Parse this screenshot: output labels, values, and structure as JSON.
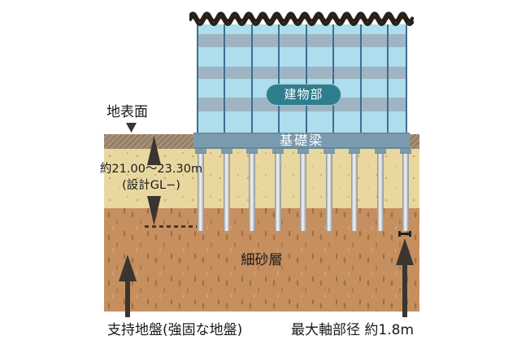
{
  "labels": {
    "ground_surface": "地表面",
    "depth_range": "約21.00〜23.30m",
    "depth_basis": "(設計GL−)",
    "building_part": "建物部",
    "foundation_beam": "基礎梁",
    "fine_sand_layer": "細砂層",
    "support_ground": "支持地盤(強固な地盤)",
    "max_shaft_diameter": "最大軸部径 約1.8m"
  },
  "piles": {
    "count": 9
  },
  "building": {
    "column_line_count": 9,
    "floor_band_count": 3
  },
  "colors": {
    "building_light": "#aedded",
    "building_band": "#9fb4c2",
    "building_column_line": "#3d6e94",
    "building_label_bg": "#2f7e8e",
    "foundation_beam": "#7b9cae",
    "surface_strip": "#a69077",
    "sand_layer": "#e8d8a0",
    "support_layer": "#c68f60",
    "break_line": "#2a1f17",
    "arrow": "#3a3530",
    "text": "#1a1a1a"
  }
}
